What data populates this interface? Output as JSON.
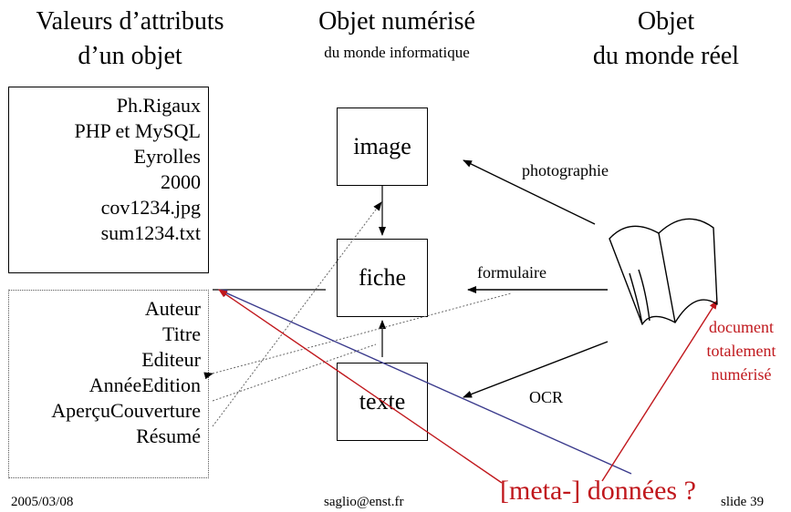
{
  "headers": {
    "left": [
      "Valeurs d’attributs",
      "d’un objet"
    ],
    "middle_title": "Objet numérisé",
    "middle_sub": "du monde informatique",
    "right": [
      "Objet",
      "du monde réel"
    ]
  },
  "values_box": [
    "Ph.Rigaux",
    "PHP et MySQL",
    "Eyrolles",
    "2000",
    "cov1234.jpg",
    "sum1234.txt"
  ],
  "attributes_box": [
    "Auteur",
    "Titre",
    "Editeur",
    "AnnéeEdition",
    "AperçuCouverture",
    "Résumé"
  ],
  "nodes": {
    "image": "image",
    "fiche": "fiche",
    "texte": "texte"
  },
  "arrow_labels": {
    "photographie": "photographie",
    "formulaire": "formulaire",
    "ocr": "OCR"
  },
  "document_label": [
    "document",
    "totalement",
    "numérisé"
  ],
  "meta_label": "[meta-] données ?",
  "footer": {
    "date": "2005/03/08",
    "email": "saglio@enst.fr",
    "slide": "slide 39"
  },
  "colors": {
    "red": "#c0171c",
    "blue": "#3a3a8c",
    "black": "#000000",
    "dotted": "#666666"
  }
}
